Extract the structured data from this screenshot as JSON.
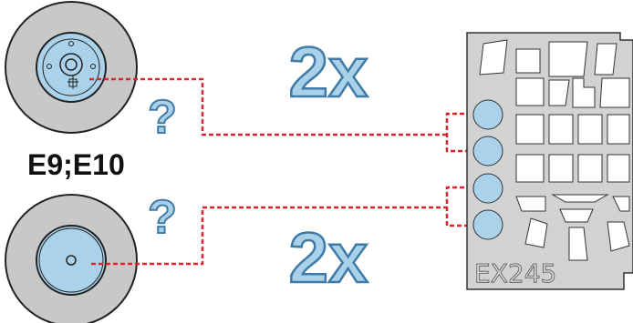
{
  "wheel_top": {
    "qty_label": "2x",
    "code_label": "E9;E10",
    "question_mark": "?"
  },
  "wheel_bottom": {
    "qty_label": "2x",
    "question_mark": "?"
  },
  "mask_sheet": {
    "code": "EX245"
  },
  "colors": {
    "tire": "#c8c8c8",
    "hub": "#aad2ea",
    "dashed_line": "#e0242b",
    "sheet": "#d2d2d2",
    "big_text_fill": "#a9d1ea",
    "big_text_stroke": "#3f7ba6"
  }
}
